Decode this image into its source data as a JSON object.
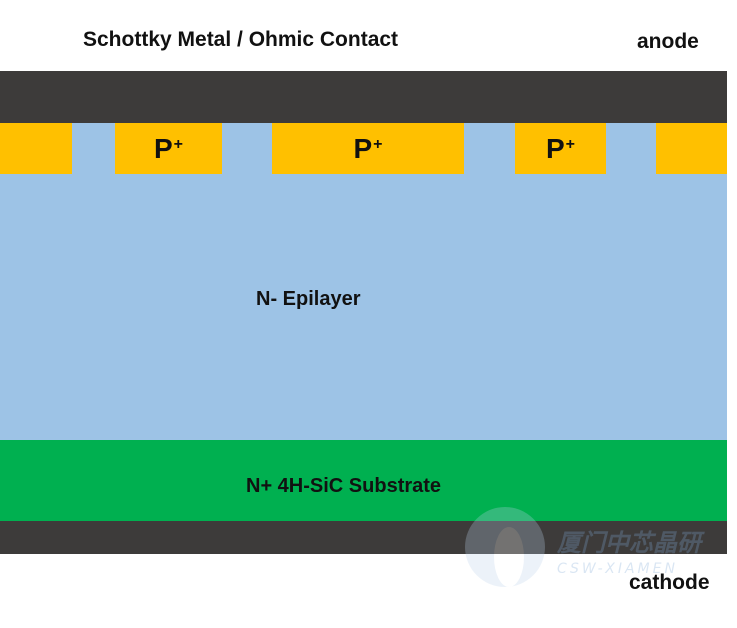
{
  "labels": {
    "top_left": "Schottky Metal / Ohmic Contact",
    "anode": "anode",
    "cathode": "cathode"
  },
  "layers": {
    "epilayer": "N- Epilayer",
    "substrate": "N+ 4H-SiC Substrate"
  },
  "p_regions": [
    {
      "base": "P",
      "sup": "+"
    },
    {
      "base": "P",
      "sup": "+"
    },
    {
      "base": "P",
      "sup": "+"
    }
  ],
  "watermark": {
    "cn": "厦门中芯晶研",
    "en": "CSW-XIAMEN"
  },
  "colors": {
    "metal": "#3d3b3a",
    "p_region": "#ffc000",
    "epilayer": "#9dc3e6",
    "substrate": "#00b050"
  }
}
